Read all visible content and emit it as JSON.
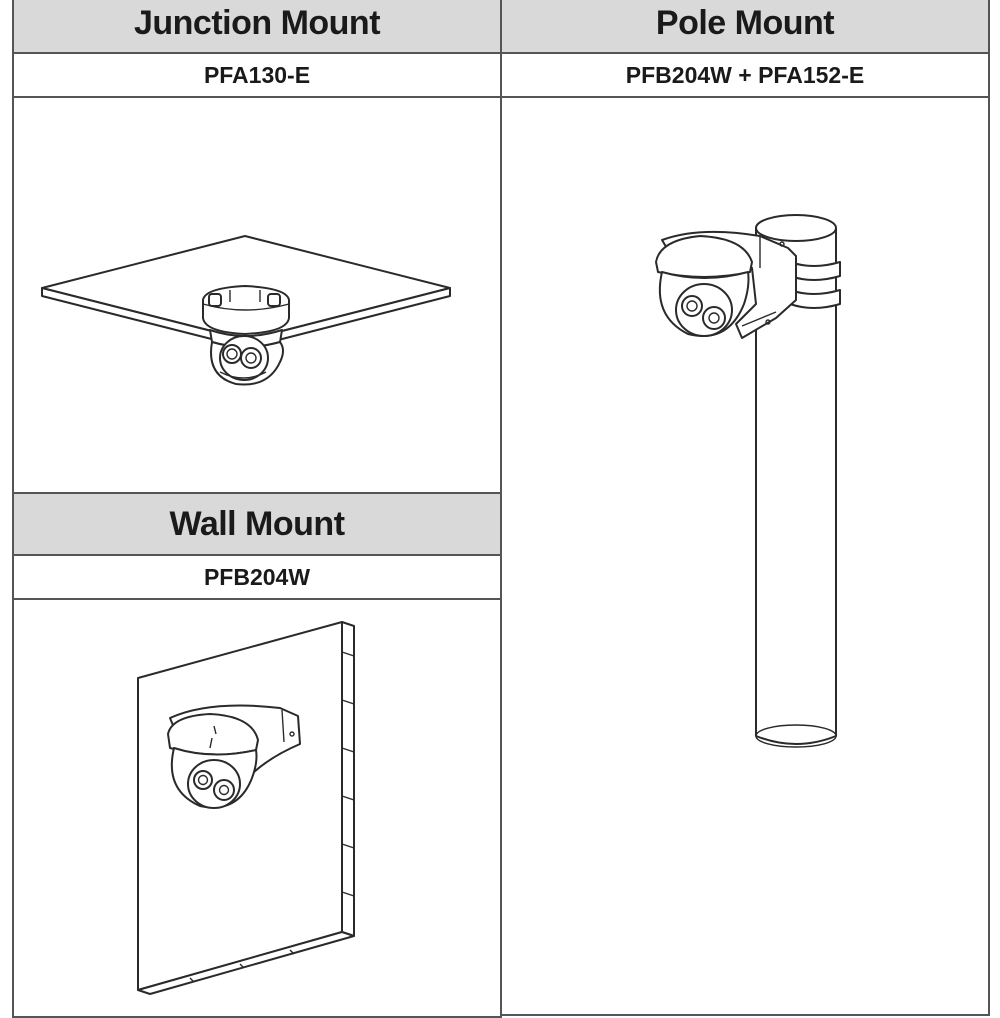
{
  "junction": {
    "title": "Junction Mount",
    "model": "PFA130-E"
  },
  "pole": {
    "title": "Pole Mount",
    "model": "PFB204W + PFA152-E"
  },
  "wall": {
    "title": "Wall Mount",
    "model": "PFB204W"
  },
  "colors": {
    "header_fill": "#d9d9d9",
    "border": "#555555",
    "line_art": "#2a2a2a"
  },
  "icons": [
    "junction-mount-illustration",
    "pole-mount-illustration",
    "wall-mount-illustration"
  ]
}
